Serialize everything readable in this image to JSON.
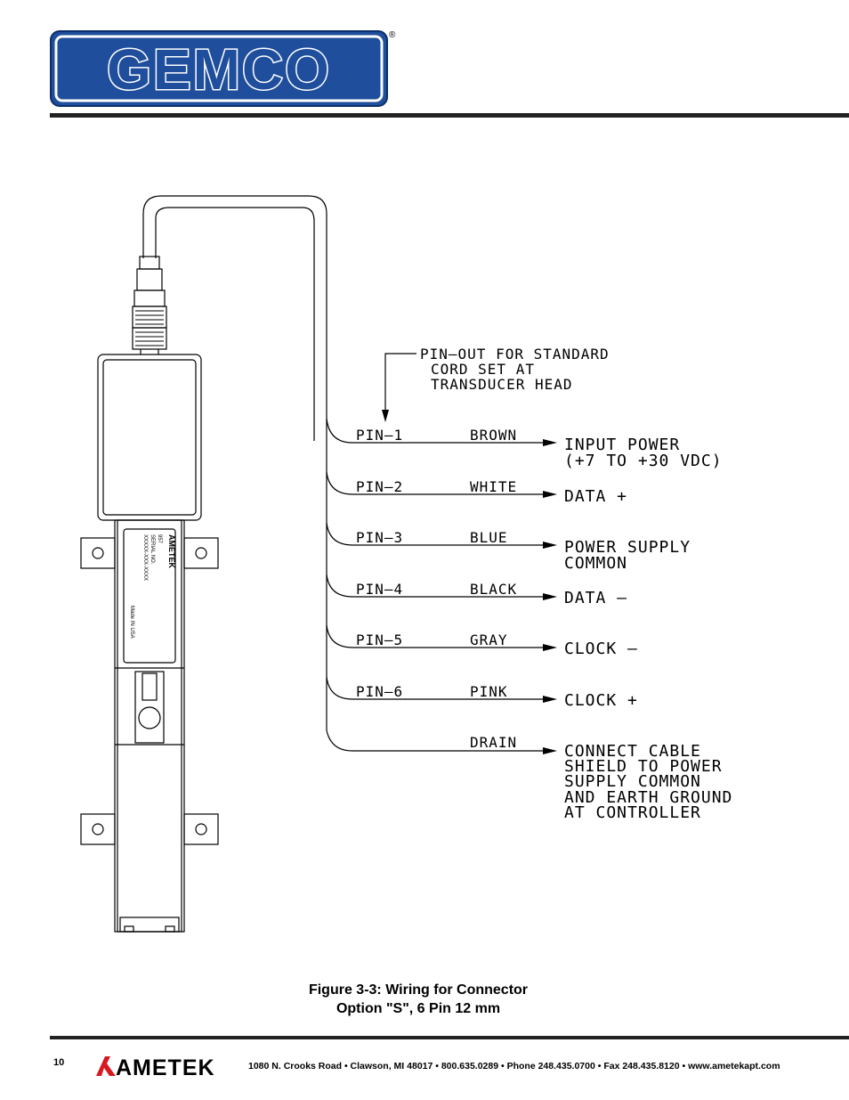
{
  "header": {
    "brand_logo": "GEMCO",
    "registered_mark": "®"
  },
  "diagram": {
    "callout_lines": [
      "PIN—OUT  FOR  STANDARD",
      "CORD  SET  AT",
      "TRANSDUCER  HEAD"
    ],
    "rows": [
      {
        "pin": "PIN—1",
        "color": "BROWN",
        "signal": [
          "INPUT  POWER",
          "(+7  TO  +30  VDC)"
        ]
      },
      {
        "pin": "PIN—2",
        "color": "WHITE",
        "signal": [
          "DATA  +"
        ]
      },
      {
        "pin": "PIN—3",
        "color": "BLUE",
        "signal": [
          "POWER  SUPPLY",
          "COMMON"
        ]
      },
      {
        "pin": "PIN—4",
        "color": "BLACK",
        "signal": [
          "DATA  —"
        ]
      },
      {
        "pin": "PIN—5",
        "color": "GRAY",
        "signal": [
          "CLOCK  —"
        ]
      },
      {
        "pin": "PIN—6",
        "color": "PINK",
        "signal": [
          "CLOCK  +"
        ]
      },
      {
        "pin": "",
        "color": "DRAIN",
        "signal": [
          "CONNECT  CABLE",
          "SHIELD  TO  POWER",
          "SUPPLY  COMMON",
          "AND  EARTH  GROUND",
          "AT  CONTROLLER"
        ]
      }
    ],
    "label_plate": {
      "brand": "AMETEK",
      "model": "957",
      "serial_label": "SERIAL NO.",
      "serial": "XXXXX-XXX-XXXX",
      "made_in": "Made IN USA"
    }
  },
  "caption": {
    "line1": "Figure 3-3: Wiring for Connector",
    "line2": "Option \"S\", 6 Pin 12 mm"
  },
  "footer": {
    "page_number": "10",
    "company_logo": "AMETEK",
    "address": "1080 N. Crooks Road • Clawson, MI 48017 • 800.635.0289 • Phone 248.435.0700 • Fax 248.435.8120 • www.ametekapt.com"
  }
}
